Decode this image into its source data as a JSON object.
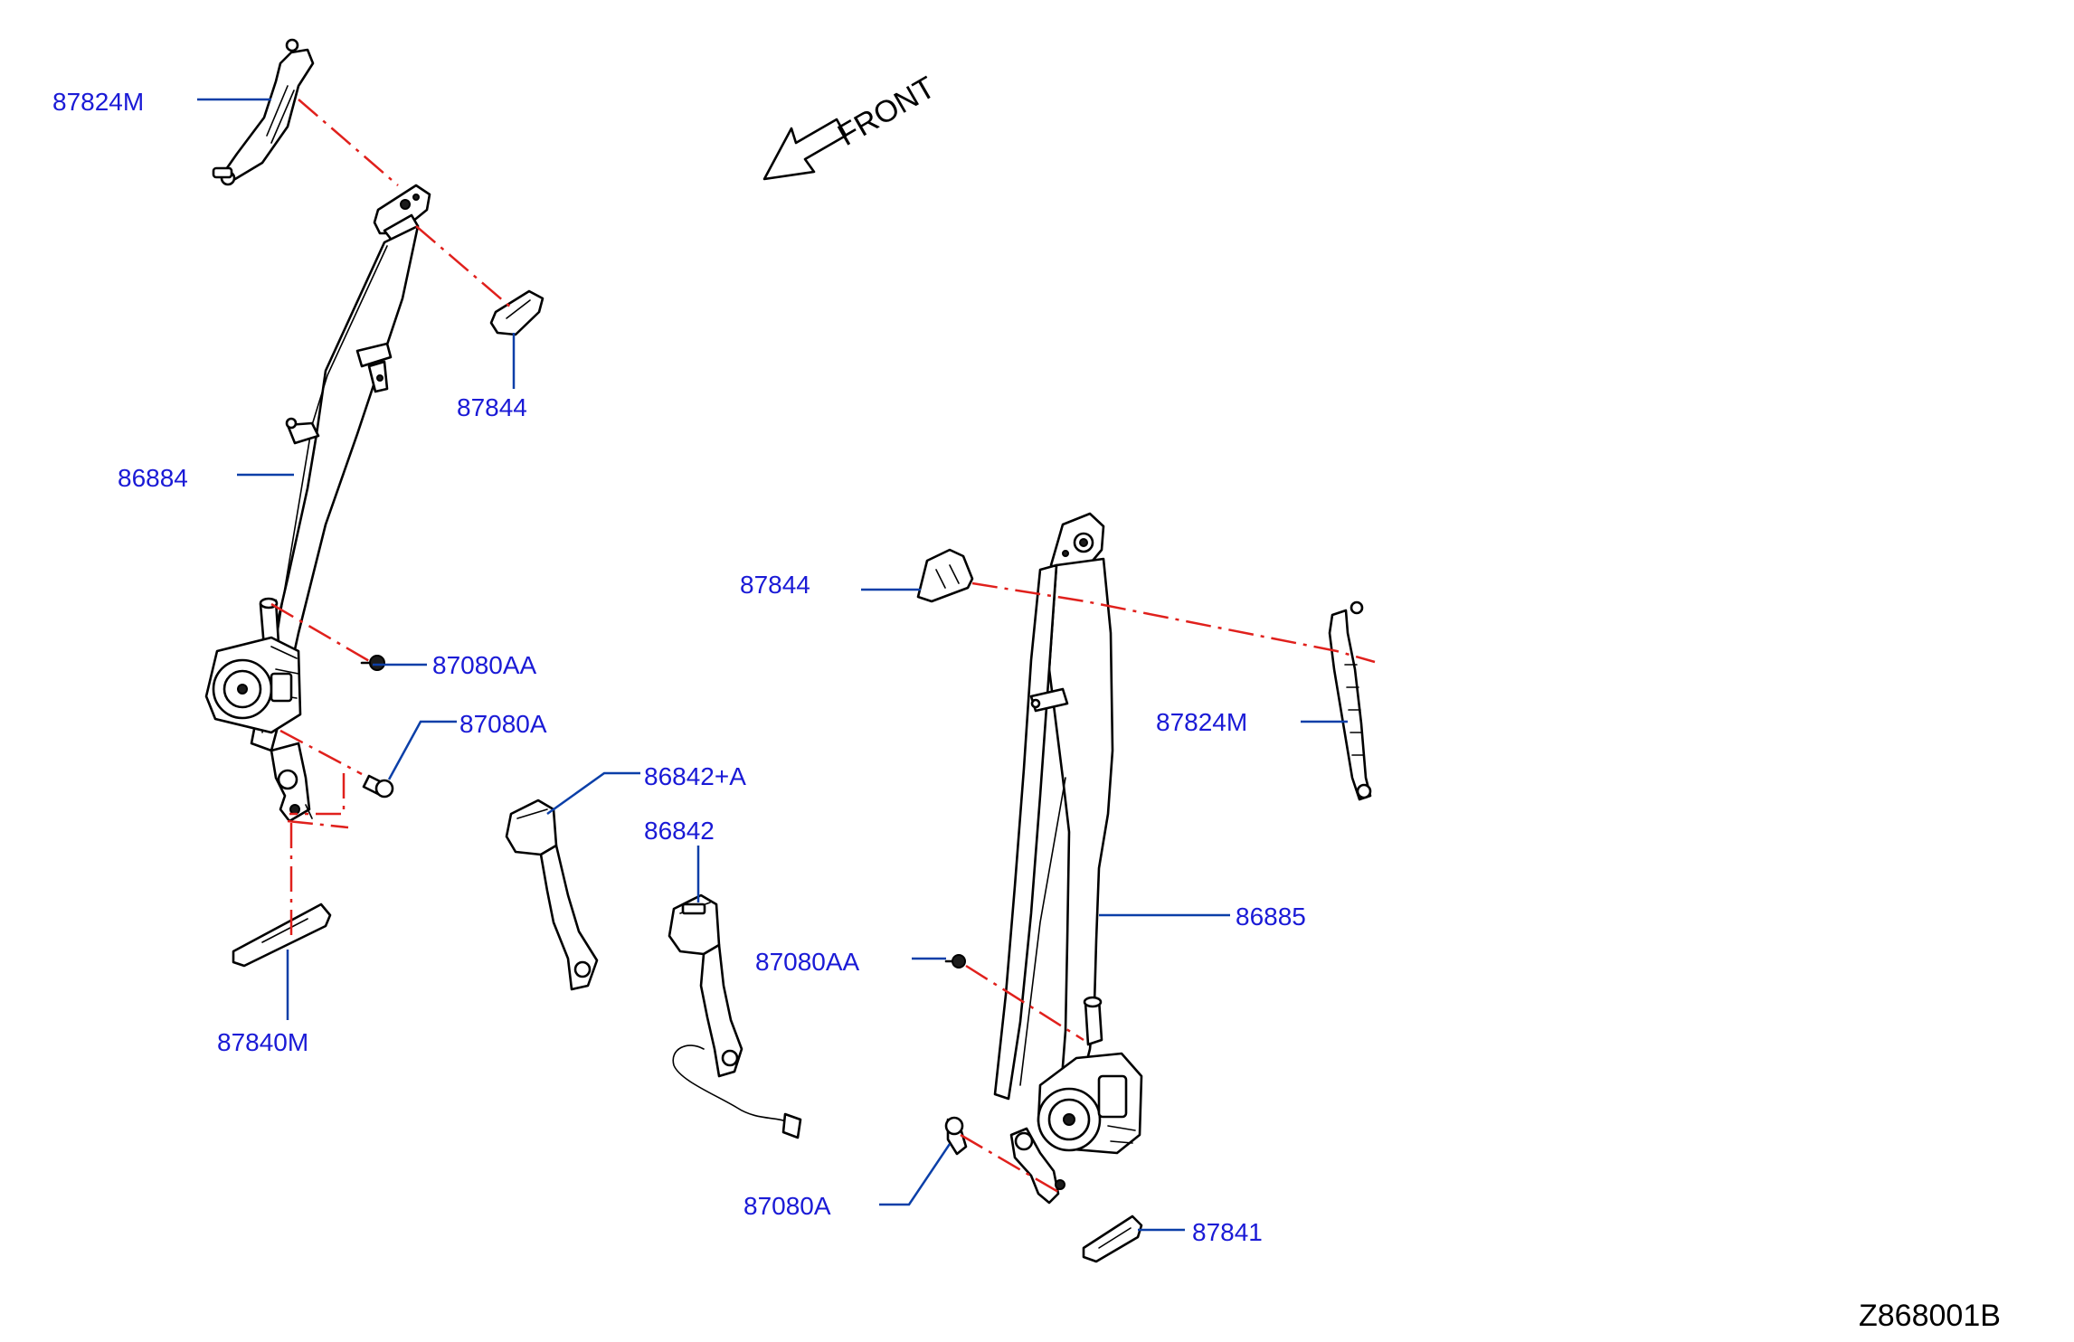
{
  "diagram_code": "Z868001B",
  "direction_marker": {
    "label": "FRONT",
    "icon": "arrow-left-down-icon"
  },
  "callouts": [
    {
      "id": "c1",
      "label": "87824M"
    },
    {
      "id": "c2",
      "label": "87844"
    },
    {
      "id": "c3",
      "label": "86884"
    },
    {
      "id": "c4",
      "label": "87080AA"
    },
    {
      "id": "c5",
      "label": "87080A"
    },
    {
      "id": "c6",
      "label": "87840M"
    },
    {
      "id": "c7",
      "label": "86842+A"
    },
    {
      "id": "c8",
      "label": "86842"
    },
    {
      "id": "c9",
      "label": "87844"
    },
    {
      "id": "c10",
      "label": "87824M"
    },
    {
      "id": "c11",
      "label": "86885"
    },
    {
      "id": "c12",
      "label": "87080AA"
    },
    {
      "id": "c13",
      "label": "87080A"
    },
    {
      "id": "c14",
      "label": "87841"
    }
  ],
  "colors": {
    "label": "#1a1ad6",
    "leader": "#0b3fa8",
    "phantom_line": "#e0201c",
    "line_art": "#000000"
  }
}
